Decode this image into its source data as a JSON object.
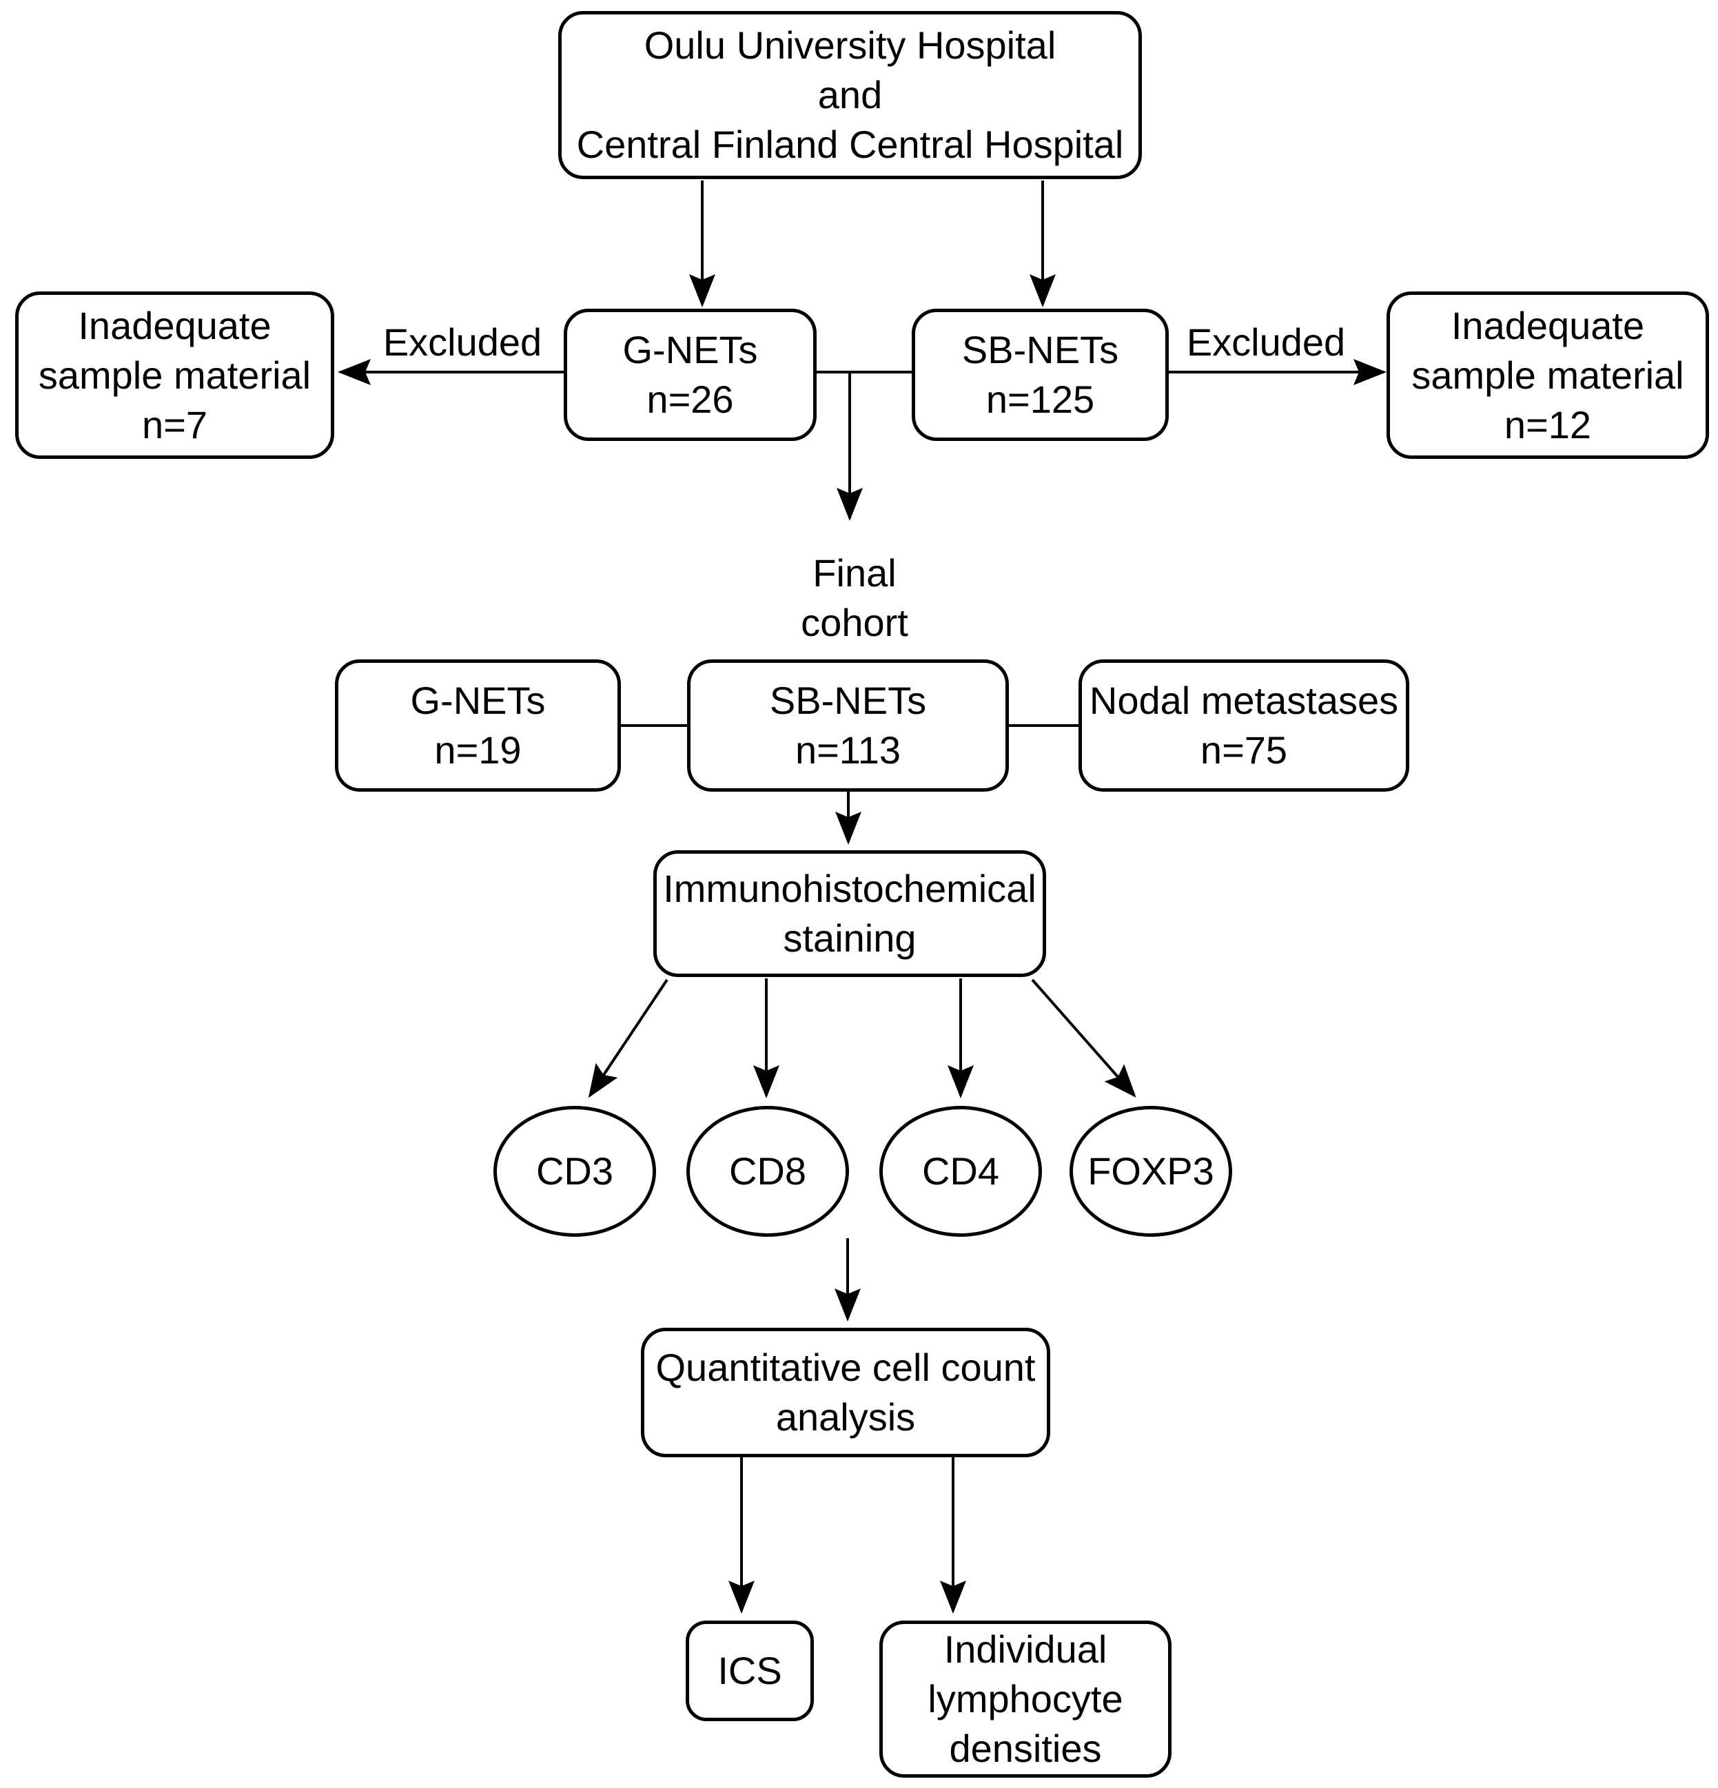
{
  "diagram": {
    "colors": {
      "background": "#ffffff",
      "stroke": "#000000",
      "text": "#000000"
    },
    "nodes": {
      "hospitals": {
        "lines": [
          "Oulu University Hospital",
          "and",
          "Central Finland Central Hospital"
        ]
      },
      "gnets_initial": {
        "lines": [
          "G-NETs",
          "n=26"
        ]
      },
      "sbnets_initial": {
        "lines": [
          "SB-NETs",
          "n=125"
        ]
      },
      "inadequate_left": {
        "lines": [
          "Inadequate",
          "sample material",
          "n=7"
        ]
      },
      "inadequate_right": {
        "lines": [
          "Inadequate",
          "sample material",
          "n=12"
        ]
      },
      "gnets_final": {
        "lines": [
          "G-NETs",
          "n=19"
        ]
      },
      "sbnets_final": {
        "lines": [
          "SB-NETs",
          "n=113"
        ]
      },
      "nodal_metastases": {
        "lines": [
          "Nodal metastases",
          "n=75"
        ]
      },
      "ihc_staining": {
        "lines": [
          "Immunohistochemical",
          "staining"
        ]
      },
      "markers": [
        "CD3",
        "CD8",
        "CD4",
        "FOXP3"
      ],
      "quantitative": {
        "lines": [
          "Quantitative cell count",
          "analysis"
        ]
      },
      "ics": {
        "label": "ICS"
      },
      "individual_densities": {
        "lines": [
          "Individual",
          "lymphocyte",
          "densities"
        ]
      }
    },
    "labels": {
      "excluded_left": "Excluded",
      "excluded_right": "Excluded",
      "final_cohort": {
        "lines": [
          "Final",
          "cohort"
        ]
      }
    }
  }
}
